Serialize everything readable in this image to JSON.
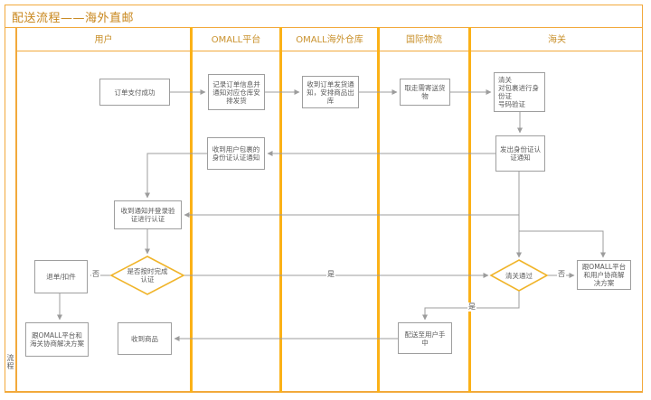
{
  "title": "配送流程——海外直邮",
  "side_label": "流程",
  "lanes": [
    {
      "label": "用户"
    },
    {
      "label": "OMALL平台"
    },
    {
      "label": "OMALL海外仓库"
    },
    {
      "label": "国际物流"
    },
    {
      "label": "海关"
    }
  ],
  "nodes": {
    "order_paid": "订单支付成功",
    "record_order": "记录订单信息并通知对应仓库安排发货",
    "outbound": "收到订单发货通知，安排商品出库",
    "pickup": "取走需寄送货物",
    "customs_check": "清关\n对包裹进行身份证\n号码验证",
    "send_auth_notice": "发出身份证认证通知",
    "platform_notice": "收到用户包裹的身份证认证通知",
    "user_auth": "收到通知并登录验证进行认证",
    "auth_on_time": "是否按时完成认证",
    "refund": "退单/扣件",
    "customs_pass": "清关通过",
    "negotiate_user": "跟OMALL平台和用户协商解决方案",
    "negotiate_customs": "跟OMALL平台和海关协商解决方案",
    "received_goods": "收到商品",
    "deliver": "配送至用户手中"
  },
  "edge_labels": {
    "no1": "否",
    "yes1": "是",
    "no2": "否",
    "yes2": "是"
  },
  "colors": {
    "accent_orange": "#F2A93B",
    "divider_yellow": "#FBB117",
    "diamond_yellow": "#F0B429",
    "connector_gray": "#9C9C9C",
    "node_text": "#595959"
  }
}
